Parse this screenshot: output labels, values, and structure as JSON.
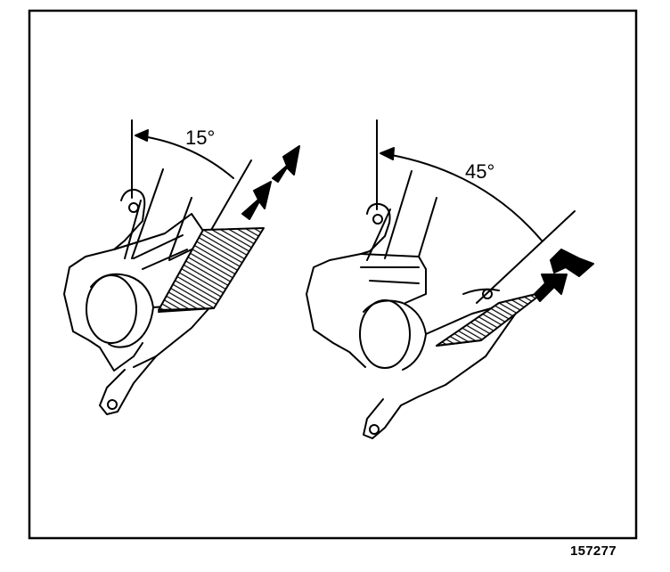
{
  "figure": {
    "left_view": {
      "angle_label": "15°"
    },
    "right_view": {
      "angle_label": "45°"
    },
    "reference_number": "157277",
    "colors": {
      "line": "#000000",
      "paper": "#ffffff"
    }
  }
}
